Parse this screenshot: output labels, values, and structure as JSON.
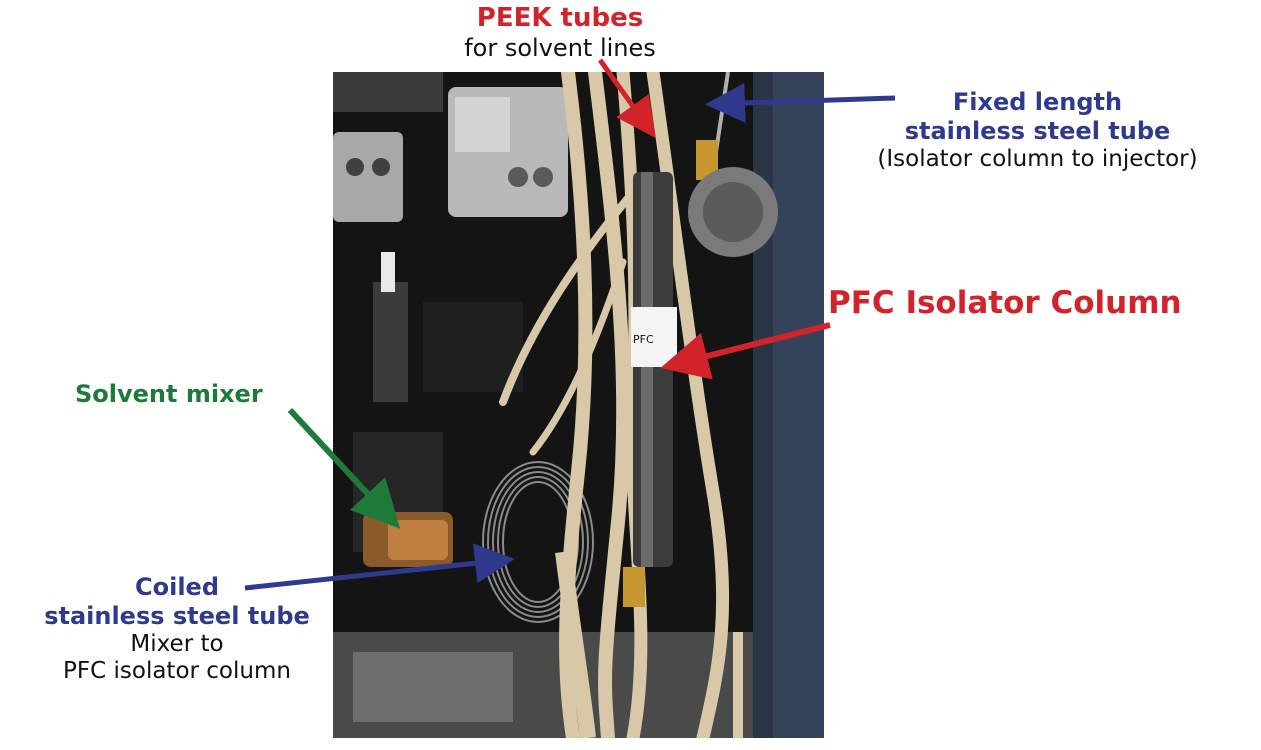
{
  "labels": {
    "peek_title": "PEEK tubes",
    "peek_sub": "for solvent lines",
    "fixed_line1": "Fixed length",
    "fixed_line2": "stainless steel tube",
    "fixed_line3": "(Isolator column to injector)",
    "pfc": "PFC Isolator Column",
    "mixer": "Solvent mixer",
    "coiled_line1": "Coiled",
    "coiled_line2": "stainless steel tube",
    "coiled_line3": "Mixer to",
    "coiled_line4": "PFC isolator column"
  },
  "colors": {
    "red": "#d3232a",
    "blue": "#2f3a8f",
    "green": "#1d7a3a",
    "tube": "#d8c8a8"
  },
  "photo": {
    "column_tag": "PFC"
  }
}
